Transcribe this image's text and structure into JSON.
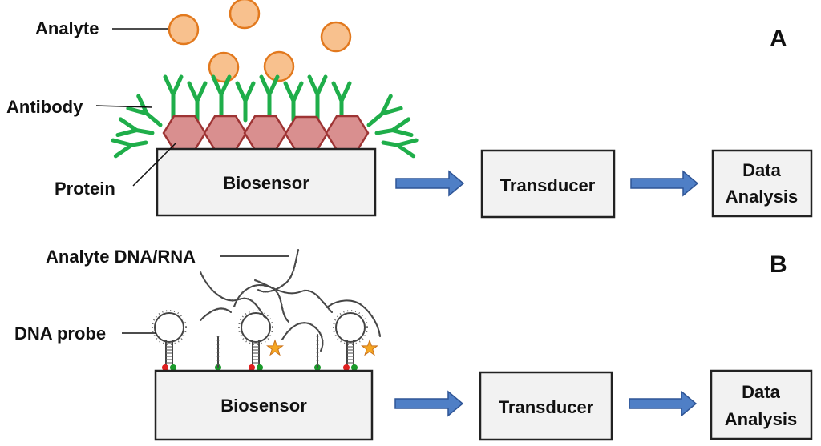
{
  "panel_a": {
    "letter": "A",
    "labels": {
      "analyte": "Analyte",
      "antibody": "Antibody",
      "protein": "Protein"
    },
    "boxes": {
      "biosensor": "Biosensor",
      "transducer": "Transducer",
      "analysis_line1": "Data",
      "analysis_line2": "Analysis"
    }
  },
  "panel_b": {
    "letter": "B",
    "labels": {
      "analyte_dna": "Analyte DNA/RNA",
      "dna_probe": "DNA probe"
    },
    "boxes": {
      "biosensor": "Biosensor",
      "transducer": "Transducer",
      "analysis_line1": "Data",
      "analysis_line2": "Analysis"
    }
  },
  "colors": {
    "analyte_fill": "#f8c18e",
    "analyte_stroke": "#e2791e",
    "antibody": "#1fae4a",
    "protein_fill": "#d98f8f",
    "protein_stroke": "#9e3434",
    "arrow_fill": "#4f7fc6",
    "arrow_stroke": "#2f5596",
    "quencher": "#e02020",
    "fluorophore": "#1a9a2a",
    "flash": "#f5a623"
  }
}
